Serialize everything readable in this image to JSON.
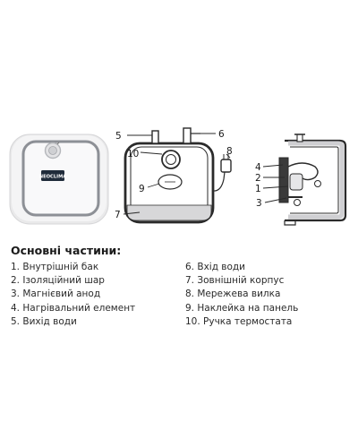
{
  "product": {
    "logo_text": "NEOCLIMA"
  },
  "callouts": {
    "front": [
      "5",
      "6",
      "10",
      "8",
      "9",
      "7"
    ],
    "side": [
      "4",
      "2",
      "1",
      "3"
    ]
  },
  "parts_heading": "Основні частини:",
  "parts_left": [
    {
      "num": "1.",
      "name": "Внутрішній бак"
    },
    {
      "num": "2.",
      "name": "Ізоляційний шар"
    },
    {
      "num": "3.",
      "name": "Магнієвий анод"
    },
    {
      "num": "4.",
      "name": "Нагрівальний елемент"
    },
    {
      "num": "5.",
      "name": "Вихід води"
    }
  ],
  "parts_right": [
    {
      "num": "6.",
      "name": "Вхід води"
    },
    {
      "num": "7.",
      "name": "Зовнішній корпус"
    },
    {
      "num": "8.",
      "name": "Мережева вилка"
    },
    {
      "num": "9.",
      "name": "Наклейка на панель"
    },
    {
      "num": "10.",
      "name": "Ручка термостата"
    }
  ]
}
